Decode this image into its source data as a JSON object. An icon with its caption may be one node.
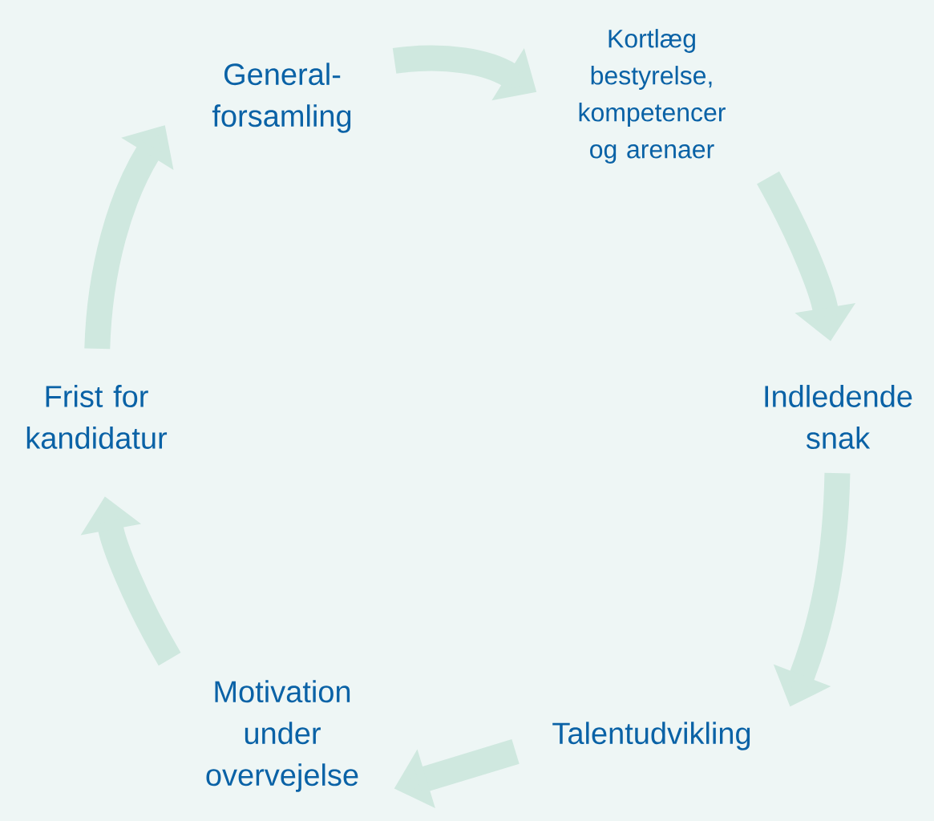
{
  "diagram": {
    "nodes": [
      {
        "text": [
          "General-forsamling"
        ]
      },
      {
        "text": [
          "Kortlæg bestyrelse, kompetencer og arenaer"
        ]
      },
      {
        "text": [
          "Indledende snak"
        ]
      },
      {
        "text": [
          "Talentudvikling"
        ]
      },
      {
        "text": [
          "Motivation under overvejelse"
        ]
      },
      {
        "text": [
          "Frist for kandidatur"
        ]
      }
    ],
    "edges": [
      {
        "from": 0,
        "to": 1,
        "arrow": "to"
      },
      {
        "from": 1,
        "to": 2,
        "arrow": "to"
      },
      {
        "from": 2,
        "to": 3,
        "arrow": "to"
      },
      {
        "from": 3,
        "to": 4,
        "arrow": "to"
      },
      {
        "from": 4,
        "to": 5,
        "arrow": "to"
      },
      {
        "from": 5,
        "to": 0,
        "arrow": "to"
      }
    ]
  }
}
